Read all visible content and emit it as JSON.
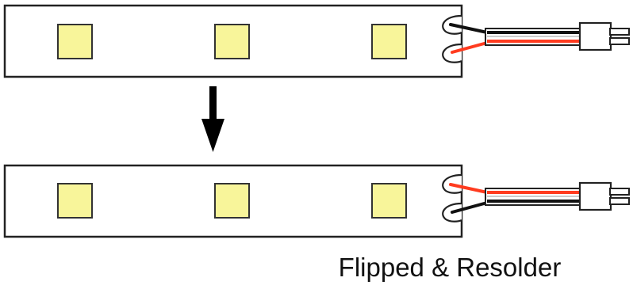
{
  "caption": "Flipped & Resolder",
  "colors": {
    "strip_fill": "#ffffff",
    "strip_outline": "#222222",
    "led_fill": "#f8f59a",
    "led_outline": "#333333",
    "wire_red": "#ff3b1f",
    "wire_black": "#111111",
    "arrow": "#000000"
  },
  "strips": [
    {
      "state": "original",
      "leds": 3,
      "top_wire": "black",
      "bottom_wire": "red"
    },
    {
      "state": "flipped",
      "leds": 3,
      "top_wire": "red",
      "bottom_wire": "black"
    }
  ]
}
